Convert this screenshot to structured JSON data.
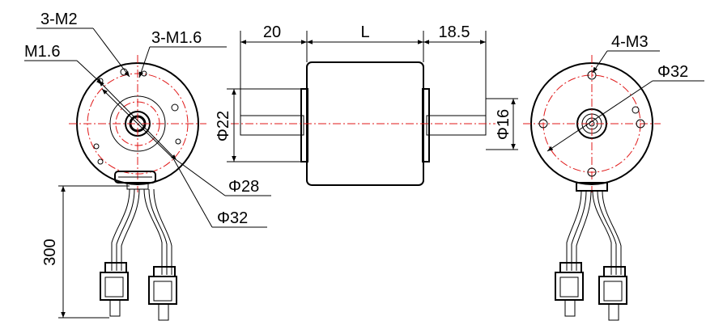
{
  "labels": {
    "front_thread_m2": "3-M2",
    "front_thread_m16": "3-M1.6",
    "front_m16": "M1.6",
    "phi28": "Φ28",
    "phi32_front": "Φ32",
    "cable_length": "300",
    "dim_left_shaft": "20",
    "dim_body": "L",
    "dim_right_shaft": "18.5",
    "phi22": "Φ22",
    "phi16": "Φ16",
    "rear_thread_m3": "4-M3",
    "phi32_rear": "Φ32"
  },
  "colors": {
    "centerline": "#e01818",
    "body": "#9a9a9a",
    "line": "#000000"
  }
}
